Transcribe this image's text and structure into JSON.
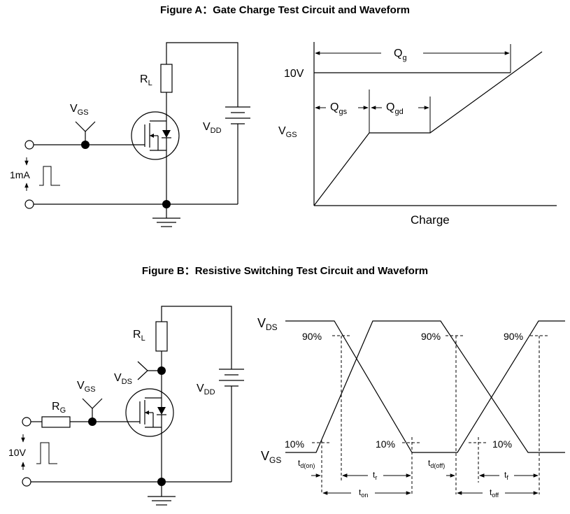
{
  "figure_a": {
    "title": "Figure A：Gate Charge Test Circuit and Waveform",
    "circuit": {
      "rl_main": "R",
      "rl_sub": "L",
      "vgs_main": "V",
      "vgs_sub": "GS",
      "vdd_main": "V",
      "vdd_sub": "DD",
      "current": "1mA"
    },
    "waveform": {
      "qg_main": "Q",
      "qg_sub": "g",
      "qgs_main": "Q",
      "qgs_sub": "gs",
      "qgd_main": "Q",
      "qgd_sub": "gd",
      "v10": "10V",
      "vgs_main": "V",
      "vgs_sub": "GS",
      "xlabel": "Charge"
    }
  },
  "figure_b": {
    "title": "Figure B：Resistive Switching Test Circuit and Waveform",
    "circuit": {
      "rl_main": "R",
      "rl_sub": "L",
      "rg_main": "R",
      "rg_sub": "G",
      "vds_main": "V",
      "vds_sub": "DS",
      "vgs_main": "V",
      "vgs_sub": "GS",
      "vdd_main": "V",
      "vdd_sub": "DD",
      "pulse": "10V"
    },
    "waveform": {
      "vds_main": "V",
      "vds_sub": "DS",
      "vgs_main": "V",
      "vgs_sub": "GS",
      "p90": "90%",
      "p10": "10%",
      "td_on_main": "t",
      "td_on_sub": "d(on)",
      "tr_main": "t",
      "tr_sub": "r",
      "td_off_main": "t",
      "td_off_sub": "d(off)",
      "tf_main": "t",
      "tf_sub": "f",
      "ton_main": "t",
      "ton_sub": "on",
      "toff_main": "t",
      "toff_sub": "off"
    }
  }
}
